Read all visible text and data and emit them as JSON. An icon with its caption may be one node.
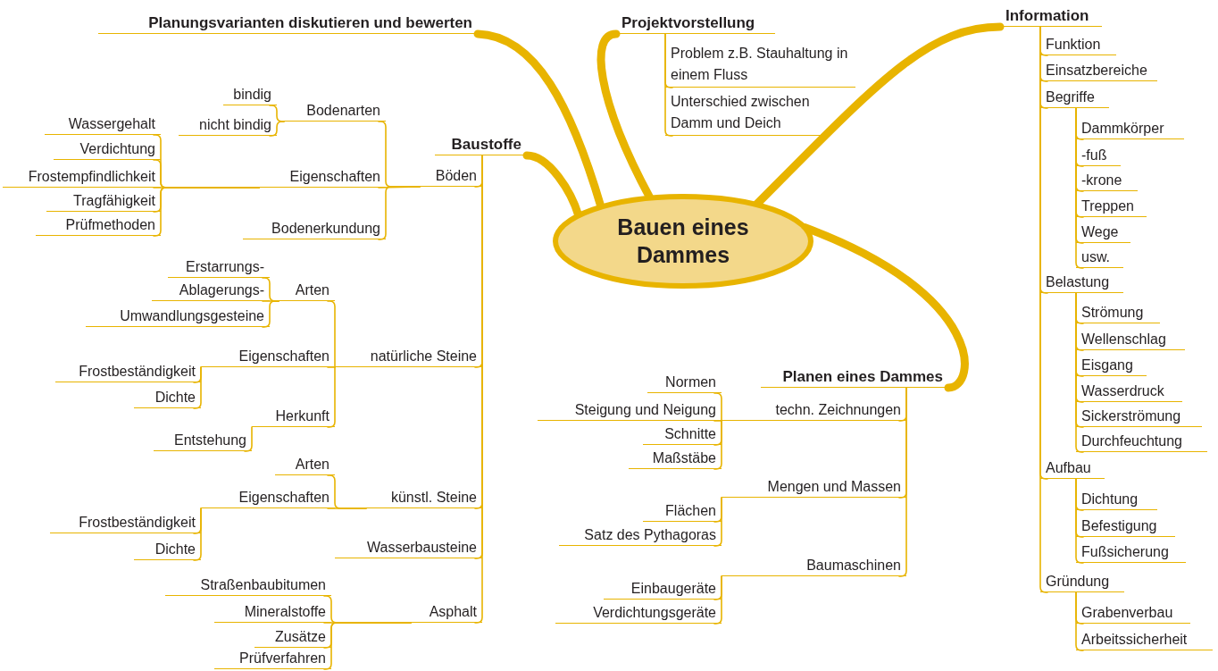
{
  "diagram": {
    "nodes": [
      {
        "text": [
          "Bauen eines Dammes"
        ]
      },
      {
        "text": [
          "Planungsvarianten diskutieren und bewerten"
        ]
      },
      {
        "text": [
          "Projektvorstellung"
        ]
      },
      {
        "text": [
          "Problem z.B. Stauhaltung in einem Fluss"
        ]
      },
      {
        "text": [
          "Unterschied zwischen Damm und Deich"
        ]
      },
      {
        "text": [
          "Information"
        ]
      },
      {
        "text": [
          "Funktion"
        ]
      },
      {
        "text": [
          "Einsatzbereiche"
        ]
      },
      {
        "text": [
          "Begriffe"
        ]
      },
      {
        "text": [
          "Dammkörper"
        ]
      },
      {
        "text": [
          "-fuß"
        ]
      },
      {
        "text": [
          "-krone"
        ]
      },
      {
        "text": [
          "Treppen"
        ]
      },
      {
        "text": [
          "Wege"
        ]
      },
      {
        "text": [
          "usw."
        ]
      },
      {
        "text": [
          "Belastung"
        ]
      },
      {
        "text": [
          "Strömung"
        ]
      },
      {
        "text": [
          "Wellenschlag"
        ]
      },
      {
        "text": [
          "Eisgang"
        ]
      },
      {
        "text": [
          "Wasserdruck"
        ]
      },
      {
        "text": [
          "Sickerströmung"
        ]
      },
      {
        "text": [
          "Durchfeuchtung"
        ]
      },
      {
        "text": [
          "Aufbau"
        ]
      },
      {
        "text": [
          "Dichtung"
        ]
      },
      {
        "text": [
          "Befestigung"
        ]
      },
      {
        "text": [
          "Fußsicherung"
        ]
      },
      {
        "text": [
          "Gründung"
        ]
      },
      {
        "text": [
          "Grabenverbau"
        ]
      },
      {
        "text": [
          "Arbeitssicherheit"
        ]
      },
      {
        "text": [
          "Baustoffe"
        ]
      },
      {
        "text": [
          "bindig"
        ]
      },
      {
        "text": [
          "Bodenarten"
        ]
      },
      {
        "text": [
          "nicht bindig"
        ]
      },
      {
        "text": [
          "Wassergehalt"
        ]
      },
      {
        "text": [
          "Verdichtung"
        ]
      },
      {
        "text": [
          "Frostempfindlichkeit"
        ]
      },
      {
        "text": [
          "Eigenschaften"
        ]
      },
      {
        "text": [
          "Böden"
        ]
      },
      {
        "text": [
          "Tragfähigkeit"
        ]
      },
      {
        "text": [
          "Prüfmethoden"
        ]
      },
      {
        "text": [
          "Bodenerkundung"
        ]
      },
      {
        "text": [
          "Erstarrungs-"
        ]
      },
      {
        "text": [
          "Ablagerungs-"
        ]
      },
      {
        "text": [
          "Arten"
        ]
      },
      {
        "text": [
          "Umwandlungsgesteine"
        ]
      },
      {
        "text": [
          "Eigenschaften"
        ]
      },
      {
        "text": [
          "natürliche Steine"
        ]
      },
      {
        "text": [
          "Frostbeständigkeit"
        ]
      },
      {
        "text": [
          "Dichte"
        ]
      },
      {
        "text": [
          "Herkunft"
        ]
      },
      {
        "text": [
          "Entstehung"
        ]
      },
      {
        "text": [
          "Arten"
        ]
      },
      {
        "text": [
          "Eigenschaften"
        ]
      },
      {
        "text": [
          "künstl. Steine"
        ]
      },
      {
        "text": [
          "Frostbeständigkeit"
        ]
      },
      {
        "text": [
          "Dichte"
        ]
      },
      {
        "text": [
          "Wasserbausteine"
        ]
      },
      {
        "text": [
          "Straßenbaubitumen"
        ]
      },
      {
        "text": [
          "Mineralstoffe"
        ]
      },
      {
        "text": [
          "Asphalt"
        ]
      },
      {
        "text": [
          "Zusätze"
        ]
      },
      {
        "text": [
          "Prüfverfahren"
        ]
      },
      {
        "text": [
          "Planen eines Dammes"
        ]
      },
      {
        "text": [
          "Normen"
        ]
      },
      {
        "text": [
          "techn. Zeichnungen"
        ]
      },
      {
        "text": [
          "Steigung und Neigung"
        ]
      },
      {
        "text": [
          "Schnitte"
        ]
      },
      {
        "text": [
          "Maßstäbe"
        ]
      },
      {
        "text": [
          "Mengen und Massen"
        ]
      },
      {
        "text": [
          "Flächen"
        ]
      },
      {
        "text": [
          "Satz des Pythagoras"
        ]
      },
      {
        "text": [
          "Baumaschinen"
        ]
      },
      {
        "text": [
          "Einbaugeräte"
        ]
      },
      {
        "text": [
          "Verdichtungsgeräte"
        ]
      }
    ],
    "edges": [
      {
        "from": 0,
        "to": 1,
        "arrow": "none",
        "style": "thick"
      },
      {
        "from": 0,
        "to": 2,
        "arrow": "none",
        "style": "thick"
      },
      {
        "from": 0,
        "to": 5,
        "arrow": "none",
        "style": "thick"
      },
      {
        "from": 0,
        "to": 29,
        "arrow": "none",
        "style": "thick"
      },
      {
        "from": 0,
        "to": 62,
        "arrow": "none",
        "style": "thick"
      },
      {
        "from": 2,
        "to": 3,
        "arrow": "none"
      },
      {
        "from": 2,
        "to": 4,
        "arrow": "none"
      },
      {
        "from": 5,
        "to": 6,
        "arrow": "none"
      },
      {
        "from": 5,
        "to": 7,
        "arrow": "none"
      },
      {
        "from": 5,
        "to": 8,
        "arrow": "none"
      },
      {
        "from": 5,
        "to": 15,
        "arrow": "none"
      },
      {
        "from": 5,
        "to": 22,
        "arrow": "none"
      },
      {
        "from": 5,
        "to": 26,
        "arrow": "none"
      },
      {
        "from": 8,
        "to": 9,
        "arrow": "none"
      },
      {
        "from": 8,
        "to": 10,
        "arrow": "none"
      },
      {
        "from": 8,
        "to": 11,
        "arrow": "none"
      },
      {
        "from": 8,
        "to": 12,
        "arrow": "none"
      },
      {
        "from": 8,
        "to": 13,
        "arrow": "none"
      },
      {
        "from": 8,
        "to": 14,
        "arrow": "none"
      },
      {
        "from": 15,
        "to": 16,
        "arrow": "none"
      },
      {
        "from": 15,
        "to": 17,
        "arrow": "none"
      },
      {
        "from": 15,
        "to": 18,
        "arrow": "none"
      },
      {
        "from": 15,
        "to": 19,
        "arrow": "none"
      },
      {
        "from": 15,
        "to": 20,
        "arrow": "none"
      },
      {
        "from": 15,
        "to": 21,
        "arrow": "none"
      },
      {
        "from": 22,
        "to": 23,
        "arrow": "none"
      },
      {
        "from": 22,
        "to": 24,
        "arrow": "none"
      },
      {
        "from": 22,
        "to": 25,
        "arrow": "none"
      },
      {
        "from": 26,
        "to": 27,
        "arrow": "none"
      },
      {
        "from": 26,
        "to": 28,
        "arrow": "none"
      },
      {
        "from": 29,
        "to": 37,
        "arrow": "none"
      },
      {
        "from": 29,
        "to": 46,
        "arrow": "none"
      },
      {
        "from": 29,
        "to": 53,
        "arrow": "none"
      },
      {
        "from": 29,
        "to": 56,
        "arrow": "none"
      },
      {
        "from": 29,
        "to": 59,
        "arrow": "none"
      },
      {
        "from": 37,
        "to": 31,
        "arrow": "none"
      },
      {
        "from": 37,
        "to": 36,
        "arrow": "none"
      },
      {
        "from": 37,
        "to": 40,
        "arrow": "none"
      },
      {
        "from": 31,
        "to": 30,
        "arrow": "none"
      },
      {
        "from": 31,
        "to": 32,
        "arrow": "none"
      },
      {
        "from": 36,
        "to": 33,
        "arrow": "none"
      },
      {
        "from": 36,
        "to": 34,
        "arrow": "none"
      },
      {
        "from": 36,
        "to": 35,
        "arrow": "none"
      },
      {
        "from": 36,
        "to": 38,
        "arrow": "none"
      },
      {
        "from": 36,
        "to": 39,
        "arrow": "none"
      },
      {
        "from": 46,
        "to": 43,
        "arrow": "none"
      },
      {
        "from": 46,
        "to": 45,
        "arrow": "none"
      },
      {
        "from": 46,
        "to": 49,
        "arrow": "none"
      },
      {
        "from": 43,
        "to": 41,
        "arrow": "none"
      },
      {
        "from": 43,
        "to": 42,
        "arrow": "none"
      },
      {
        "from": 43,
        "to": 44,
        "arrow": "none"
      },
      {
        "from": 45,
        "to": 47,
        "arrow": "none"
      },
      {
        "from": 45,
        "to": 48,
        "arrow": "none"
      },
      {
        "from": 49,
        "to": 50,
        "arrow": "none"
      },
      {
        "from": 53,
        "to": 51,
        "arrow": "none"
      },
      {
        "from": 53,
        "to": 52,
        "arrow": "none"
      },
      {
        "from": 52,
        "to": 54,
        "arrow": "none"
      },
      {
        "from": 52,
        "to": 55,
        "arrow": "none"
      },
      {
        "from": 59,
        "to": 57,
        "arrow": "none"
      },
      {
        "from": 59,
        "to": 58,
        "arrow": "none"
      },
      {
        "from": 59,
        "to": 60,
        "arrow": "none"
      },
      {
        "from": 59,
        "to": 61,
        "arrow": "none"
      },
      {
        "from": 62,
        "to": 64,
        "arrow": "none"
      },
      {
        "from": 62,
        "to": 68,
        "arrow": "none"
      },
      {
        "from": 62,
        "to": 71,
        "arrow": "none"
      },
      {
        "from": 64,
        "to": 63,
        "arrow": "none"
      },
      {
        "from": 64,
        "to": 65,
        "arrow": "none"
      },
      {
        "from": 64,
        "to": 66,
        "arrow": "none"
      },
      {
        "from": 64,
        "to": 67,
        "arrow": "none"
      },
      {
        "from": 68,
        "to": 69,
        "arrow": "none"
      },
      {
        "from": 68,
        "to": 70,
        "arrow": "none"
      },
      {
        "from": 71,
        "to": 72,
        "arrow": "none"
      },
      {
        "from": 71,
        "to": 73,
        "arrow": "none"
      }
    ]
  }
}
